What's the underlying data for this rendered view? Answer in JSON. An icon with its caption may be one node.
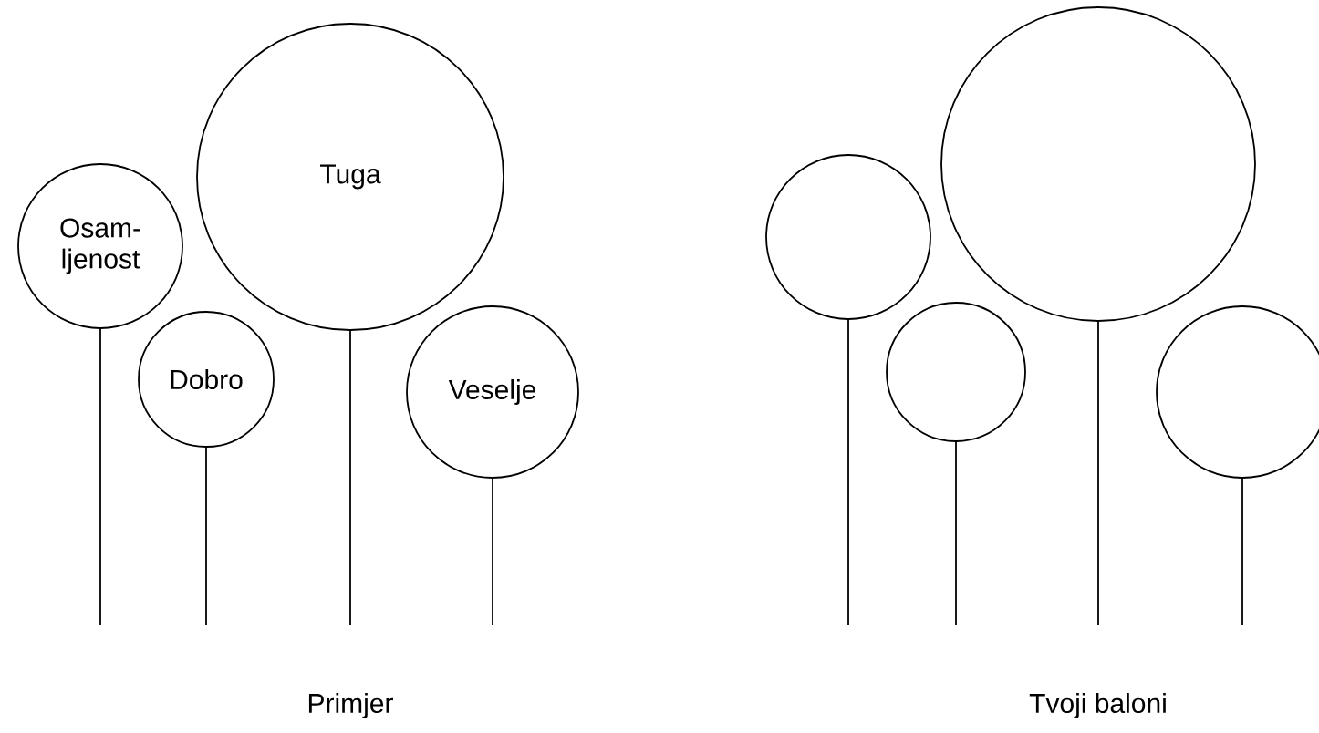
{
  "diagram": {
    "nodes": [
      {
        "text": [
          "Osam- ljenost"
        ]
      },
      {
        "text": [
          "Dobro"
        ]
      },
      {
        "text": [
          "Tuga"
        ]
      },
      {
        "text": [
          "Veselje"
        ]
      },
      {
        "text": [],
        "shape": "circle"
      },
      {
        "text": [],
        "shape": "circle"
      },
      {
        "text": [],
        "shape": "circle"
      },
      {
        "text": [],
        "shape": "circle"
      }
    ],
    "edges": [
      {
        "from": 0,
        "to": null,
        "arrow": "none"
      },
      {
        "from": 1,
        "to": null,
        "arrow": "none"
      },
      {
        "from": 2,
        "to": null,
        "arrow": "none"
      },
      {
        "from": 3,
        "to": null,
        "arrow": "none"
      },
      {
        "from": 4,
        "to": null,
        "arrow": "none"
      },
      {
        "from": 5,
        "to": null,
        "arrow": "none"
      },
      {
        "from": 6,
        "to": null,
        "arrow": "none"
      },
      {
        "from": 7,
        "to": null,
        "arrow": "none"
      }
    ],
    "labels": [
      "Primjer",
      "Tvoji baloni"
    ]
  }
}
